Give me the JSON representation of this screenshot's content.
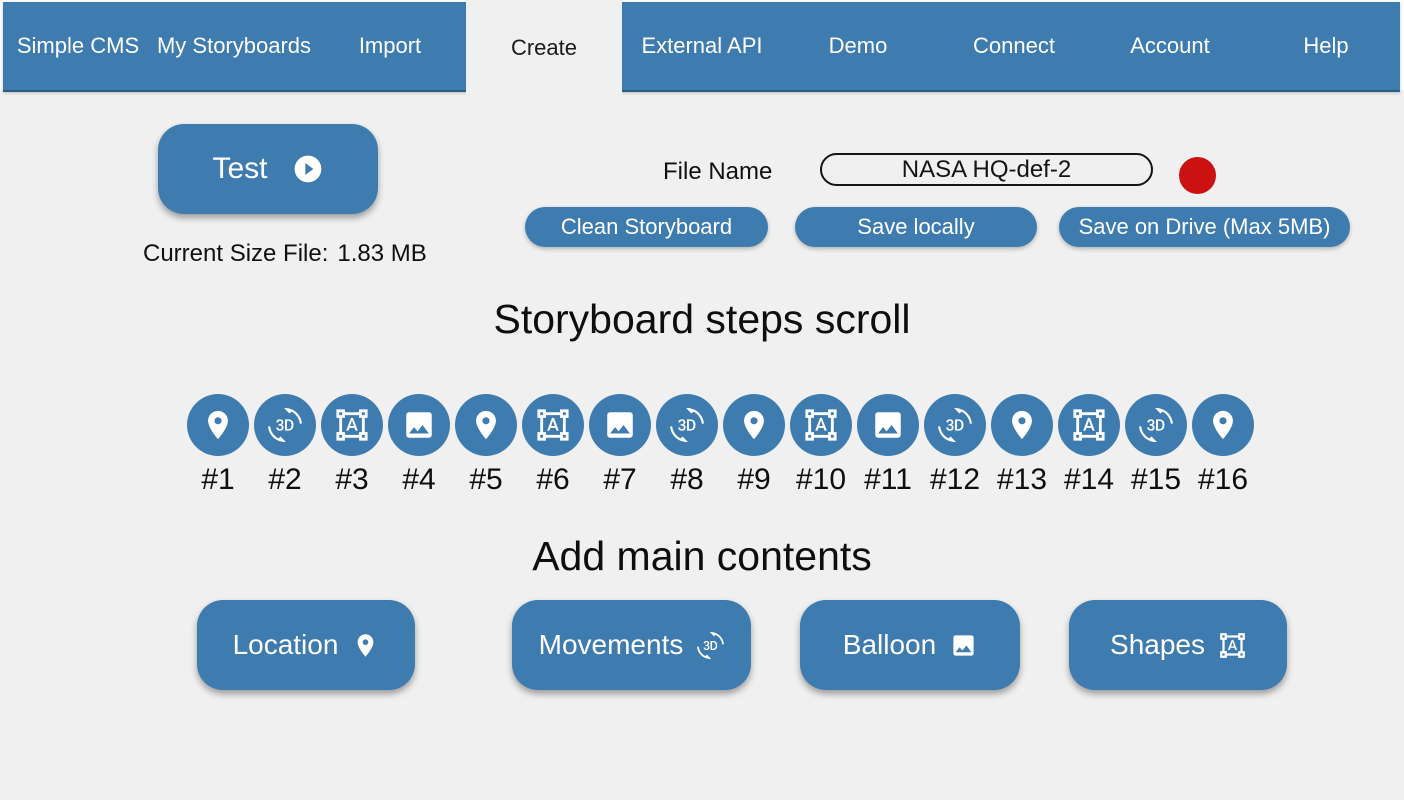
{
  "navbar": {
    "items": [
      {
        "label": "Simple CMS",
        "active": false
      },
      {
        "label": "My Storyboards",
        "active": false
      },
      {
        "label": "Import",
        "active": false
      },
      {
        "label": "Create",
        "active": true
      },
      {
        "label": "External API",
        "active": false
      },
      {
        "label": "Demo",
        "active": false
      },
      {
        "label": "Connect",
        "active": false
      },
      {
        "label": "Account",
        "active": false
      },
      {
        "label": "Help",
        "active": false
      }
    ]
  },
  "test_button": {
    "label": "Test",
    "icon": "play-circle"
  },
  "file_size": {
    "label": "Current Size File:",
    "value": "1.83 MB"
  },
  "file_name": {
    "label": "File Name",
    "value": "NASA HQ-def-2"
  },
  "record_indicator": {
    "color": "#cc1111"
  },
  "storyboard_actions": {
    "clean": "Clean Storyboard",
    "save_locally": "Save locally",
    "save_drive": "Save on Drive (Max 5MB)"
  },
  "steps": {
    "title": "Storyboard steps scroll",
    "items": [
      {
        "label": "#1",
        "icon": "place"
      },
      {
        "label": "#2",
        "icon": "3d-rotation"
      },
      {
        "label": "#3",
        "icon": "format-shapes"
      },
      {
        "label": "#4",
        "icon": "image"
      },
      {
        "label": "#5",
        "icon": "place"
      },
      {
        "label": "#6",
        "icon": "format-shapes"
      },
      {
        "label": "#7",
        "icon": "image"
      },
      {
        "label": "#8",
        "icon": "3d-rotation"
      },
      {
        "label": "#9",
        "icon": "place"
      },
      {
        "label": "#10",
        "icon": "format-shapes"
      },
      {
        "label": "#11",
        "icon": "image"
      },
      {
        "label": "#12",
        "icon": "3d-rotation"
      },
      {
        "label": "#13",
        "icon": "place"
      },
      {
        "label": "#14",
        "icon": "format-shapes"
      },
      {
        "label": "#15",
        "icon": "3d-rotation"
      },
      {
        "label": "#16",
        "icon": "place"
      }
    ]
  },
  "contents": {
    "title": "Add main contents",
    "buttons": [
      {
        "label": "Location",
        "icon": "place"
      },
      {
        "label": "Movements",
        "icon": "3d-rotation"
      },
      {
        "label": "Balloon",
        "icon": "image"
      },
      {
        "label": "Shapes",
        "icon": "format-shapes"
      }
    ]
  },
  "colors": {
    "primary_blue": "#3e7bae",
    "nav_border": "#2c5e85",
    "background": "#f0f0f0",
    "record_red": "#cc1111"
  }
}
